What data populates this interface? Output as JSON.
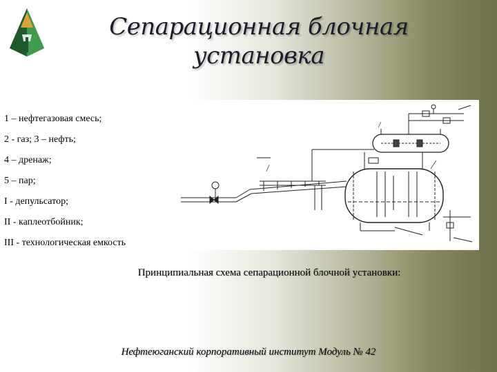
{
  "title_line1": "Сепарационная блочная",
  "title_line2": "установка",
  "legend": [
    "1 – нефтегазовая смесь;",
    "2 - газ; 3 – нефть;",
    "4 – дренаж;",
    "5 – пар;",
    "I - депульсатор;",
    "II - каплеотбойник;",
    "III - технологическая емкость"
  ],
  "caption": "Принципиальная схема сепарационной блочной установки:",
  "footer": "Нефтеюганский корпоративный институт   Модуль № 42",
  "logo_icon": "pyramid-logo-icon",
  "diagram_icon": "separation-unit-schematic",
  "colors": {
    "logo_dark": "#1f5a2e",
    "logo_light": "#3f9a4c",
    "logo_gold": "#d8a23a"
  }
}
